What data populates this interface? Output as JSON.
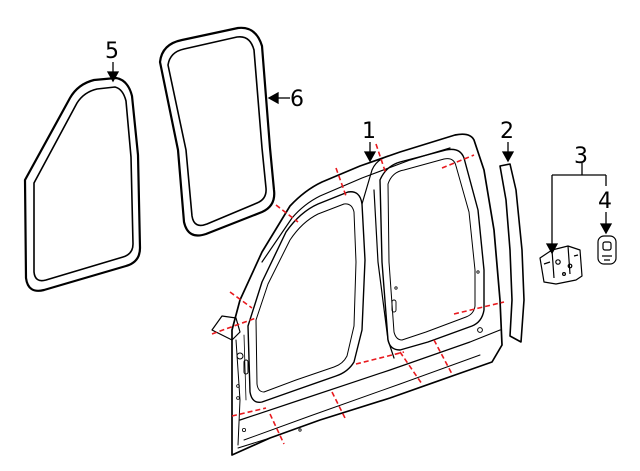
{
  "diagram": {
    "callouts": [
      {
        "id": "1",
        "label": "1"
      },
      {
        "id": "2",
        "label": "2"
      },
      {
        "id": "3",
        "label": "3"
      },
      {
        "id": "4",
        "label": "4"
      },
      {
        "id": "5",
        "label": "5"
      },
      {
        "id": "6",
        "label": "6"
      }
    ],
    "colors": {
      "line": "#000000",
      "cut_line": "#e8191e",
      "background": "#ffffff"
    }
  }
}
